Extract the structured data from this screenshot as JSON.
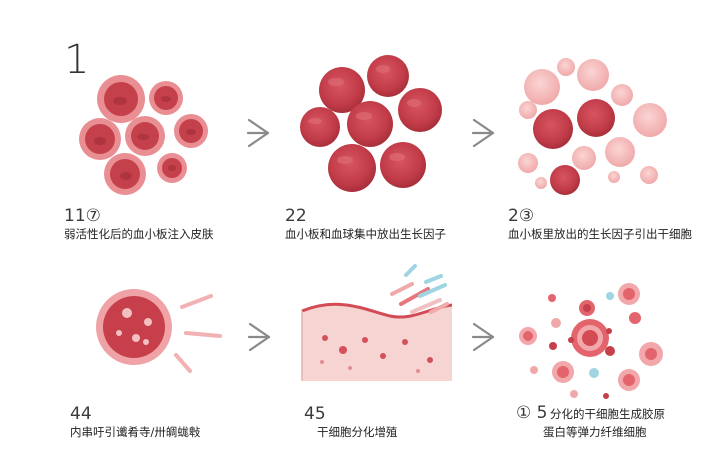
{
  "step_marker": "1",
  "steps": [
    {
      "number": "11⑦",
      "caption": "弱活性化后的血小板注入皮肤"
    },
    {
      "number": "22",
      "caption": "血小板和血球集中放出生长因子"
    },
    {
      "number": "2③",
      "caption": "血小板里放出的生长因子引出干细胞"
    },
    {
      "number": "44",
      "caption": "内串吁引谶肴寺/卅皗蛖㪏"
    },
    {
      "number": "45",
      "caption": "干细胞分化增殖"
    },
    {
      "number": "① 5",
      "caption": "分化的干细胞生成胶原",
      "caption2": "蛋白等弹力纤维细胞"
    }
  ],
  "colors": {
    "cell_dark": "#c8424d",
    "cell_ring": "#e88a8f",
    "cell_core": "#a82d39",
    "cell_light": "#f4b9ba",
    "tissue": "#f6d4d1",
    "tissue_edge": "#d24b55",
    "arrow": "#8a8a8a",
    "cyan": "#9fd5e2"
  }
}
